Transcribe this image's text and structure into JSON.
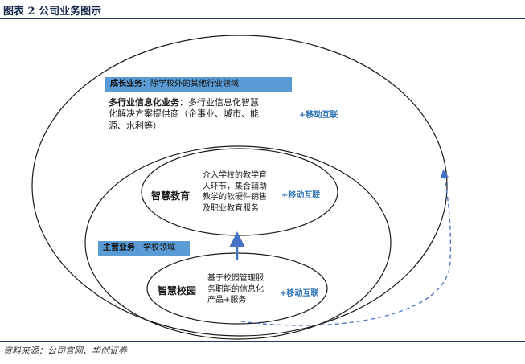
{
  "figure": {
    "title": "图表 2  公司业务图示"
  },
  "growth": {
    "band_bold": "成长业务",
    "band_rest": "：除学校外的其他行业领域",
    "info_bold": "多行业信息化业务",
    "info_line1_rest": "：多行业信息化智慧",
    "info_line2": "化解决方案提供商（企事业、城市、能",
    "info_line3": "源、水利等）",
    "plus": "+移动互联"
  },
  "education": {
    "title": "智慧教育",
    "desc_line1": "介入学校的教学育",
    "desc_line2": "人环节，集合辅助",
    "desc_line3": "教学的软硬件销售",
    "desc_line4": "及职业教育服务",
    "plus": "+移动互联"
  },
  "core": {
    "band_bold": "主营业务",
    "band_rest": "：学校领域"
  },
  "campus": {
    "title": "智慧校园",
    "desc_line1": "基于校园管理服",
    "desc_line2": "务职能的信息化",
    "desc_line3": "产品+服务",
    "plus": "+移动互联"
  },
  "source": "资料来源：公司官网、华创证券",
  "colors": {
    "accent": "#5b9bd5",
    "plus": "#2e74b5",
    "rule": "#1f3864",
    "arrow": "#4472c4"
  }
}
